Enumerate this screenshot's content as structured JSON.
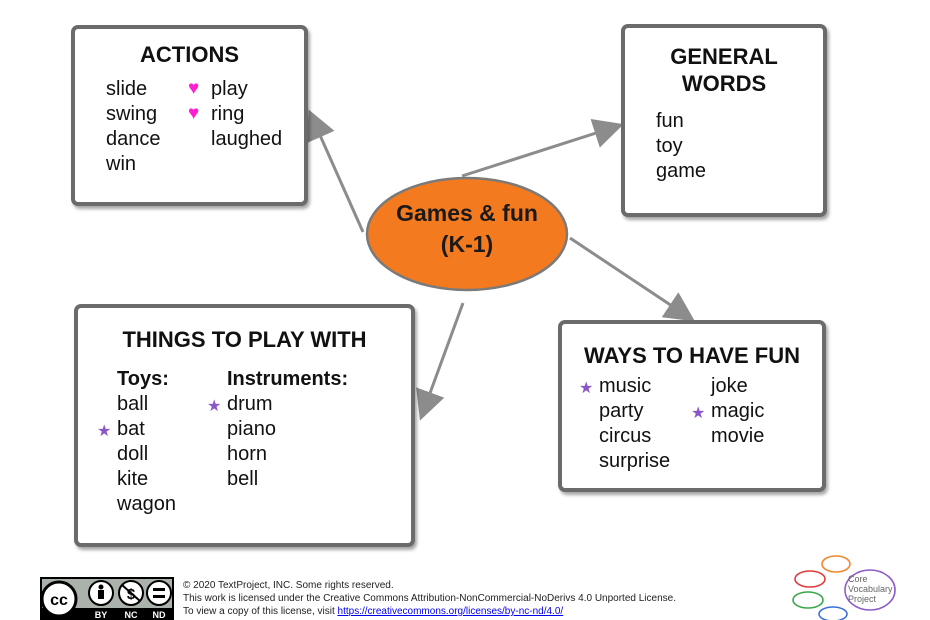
{
  "center": {
    "line1": "Games & fun",
    "line2": "(K-1)"
  },
  "actions": {
    "title": "ACTIONS",
    "col1": [
      "slide",
      "swing",
      "dance",
      "win"
    ],
    "col2": [
      "play",
      "ring",
      "laughed"
    ]
  },
  "general": {
    "title_line1": "GENERAL",
    "title_line2": "WORDS",
    "words": [
      "fun",
      "toy",
      "game"
    ]
  },
  "things": {
    "title": "THINGS TO PLAY WITH",
    "toys_heading": "Toys:",
    "toys": [
      "ball",
      "bat",
      "doll",
      "kite",
      "wagon"
    ],
    "instruments_heading": "Instruments:",
    "instruments": [
      "drum",
      "piano",
      "horn",
      "bell"
    ]
  },
  "ways": {
    "title": "WAYS TO HAVE FUN",
    "col1": [
      "music",
      "party",
      "circus",
      "surprise"
    ],
    "col2": [
      "joke",
      "magic",
      "movie"
    ]
  },
  "symbols": {
    "heart": "♥",
    "star": "★"
  },
  "colors": {
    "center_fill": "#f47a1f",
    "center_stroke": "#7a7a7a",
    "arrow": "#8c8c8c",
    "heart": "#ff1fd1",
    "star": "#8a57c8"
  },
  "footer": {
    "line1": "© 2020 TextProject, INC. Some rights reserved.",
    "line2": "This work is licensed under the Creative Commons Attribution-NonCommercial-NoDerivs 4.0 Unported License.",
    "line3_prefix": "To view a copy of this license, visit ",
    "line3_link": "https://creativecommons.org/licenses/by-nc-nd/4.0/",
    "cc_badge": {
      "cc": "cc",
      "by": "BY",
      "nc": "NC",
      "nd": "ND"
    },
    "logo": [
      "Core",
      "Vocabulary",
      "Project"
    ]
  }
}
